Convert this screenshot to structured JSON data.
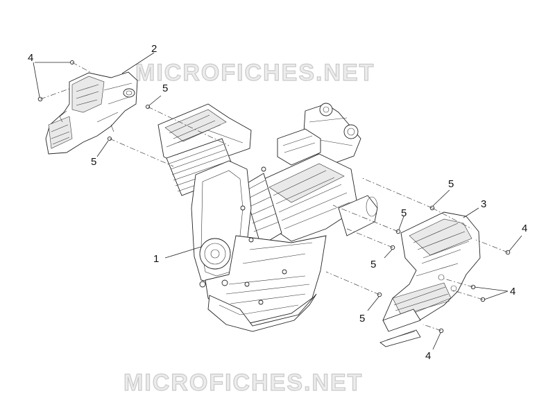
{
  "watermark": {
    "top": "MICROFICHES.NET",
    "bottom": "MICROFICHES.NET"
  },
  "callouts": [
    {
      "id": "c4a",
      "label": "4"
    },
    {
      "id": "c2",
      "label": "2"
    },
    {
      "id": "c5a",
      "label": "5"
    },
    {
      "id": "c5b",
      "label": "5"
    },
    {
      "id": "c1",
      "label": "1"
    },
    {
      "id": "c5c",
      "label": "5"
    },
    {
      "id": "c5d",
      "label": "5"
    },
    {
      "id": "c3",
      "label": "3"
    },
    {
      "id": "c4b",
      "label": "4"
    },
    {
      "id": "c5e",
      "label": "5"
    },
    {
      "id": "c4c",
      "label": "4"
    },
    {
      "id": "c5f",
      "label": "5"
    },
    {
      "id": "c4d",
      "label": "4"
    }
  ]
}
